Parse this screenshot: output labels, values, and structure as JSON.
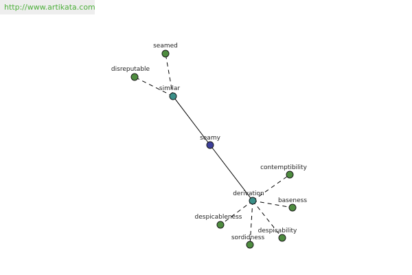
{
  "site": {
    "url_text": "http://www.artikata.com"
  },
  "graph": {
    "colors": {
      "center": "#3c3f9a",
      "hub": "#3a8f88",
      "leaf": "#4e8c3f"
    },
    "nodes": [
      {
        "id": "seamy",
        "label": "seamy",
        "kind": "center"
      },
      {
        "id": "similar",
        "label": "similar",
        "kind": "hub"
      },
      {
        "id": "derivation",
        "label": "derivation",
        "kind": "hub"
      },
      {
        "id": "seamed",
        "label": "seamed",
        "kind": "leaf"
      },
      {
        "id": "disreputable",
        "label": "disreputable",
        "kind": "leaf"
      },
      {
        "id": "contemptibility",
        "label": "contemptibility",
        "kind": "leaf"
      },
      {
        "id": "baseness",
        "label": "baseness",
        "kind": "leaf"
      },
      {
        "id": "despicableness",
        "label": "despicableness",
        "kind": "leaf"
      },
      {
        "id": "sordidness",
        "label": "sordidness",
        "kind": "leaf"
      },
      {
        "id": "despicability",
        "label": "despicability",
        "kind": "leaf"
      }
    ],
    "edges": [
      {
        "from": "seamy",
        "to": "similar",
        "style": "solid"
      },
      {
        "from": "seamy",
        "to": "derivation",
        "style": "solid"
      },
      {
        "from": "similar",
        "to": "seamed",
        "style": "dashed"
      },
      {
        "from": "similar",
        "to": "disreputable",
        "style": "dashed"
      },
      {
        "from": "derivation",
        "to": "contemptibility",
        "style": "dashed"
      },
      {
        "from": "derivation",
        "to": "baseness",
        "style": "dashed"
      },
      {
        "from": "derivation",
        "to": "despicableness",
        "style": "dashed"
      },
      {
        "from": "derivation",
        "to": "sordidness",
        "style": "dashed"
      },
      {
        "from": "derivation",
        "to": "despicability",
        "style": "dashed"
      }
    ]
  }
}
